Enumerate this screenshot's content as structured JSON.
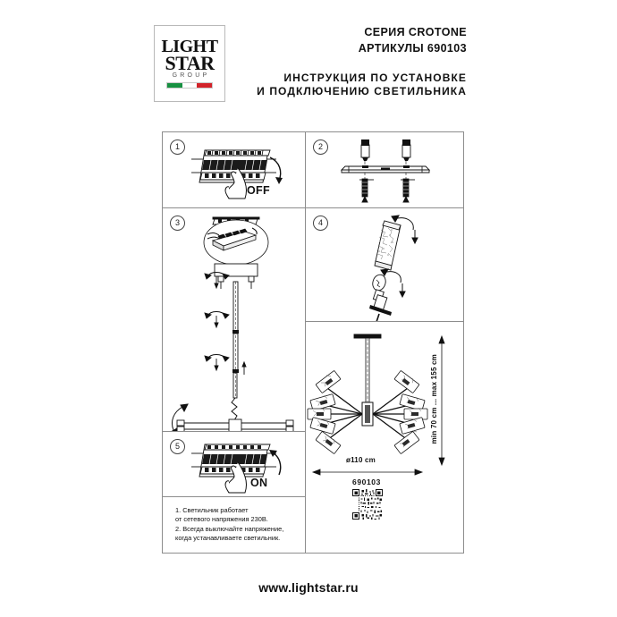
{
  "document": {
    "brand": {
      "logo_line1": "LIGHT",
      "logo_line2": "STAR",
      "logo_sub": "GROUP",
      "flag_colors": [
        "#179041",
        "#ffffff",
        "#d2232a"
      ]
    },
    "header": {
      "series_label": "СЕРИЯ CROTONE",
      "article_label": "АРТИКУЛЫ 690103",
      "title_line1": "ИНСТРУКЦИЯ ПО УСТАНОВКЕ",
      "title_line2": "И ПОДКЛЮЧЕНИЮ СВЕТИЛЬНИКА"
    },
    "steps": [
      {
        "number": "1",
        "caption": "OFF",
        "icon": "breaker-panel-hand-off-icon"
      },
      {
        "number": "2",
        "caption": "",
        "icon": "mounting-bracket-screws-icon"
      },
      {
        "number": "3",
        "caption": "",
        "icon": "suspension-rod-terminal-block-icon"
      },
      {
        "number": "4",
        "caption": "",
        "icon": "glass-shade-bulb-icon"
      },
      {
        "number": "5",
        "caption": "ON",
        "icon": "breaker-panel-hand-on-icon"
      }
    ],
    "notes": {
      "line1": "1. Светильник работает",
      "line2": "от сетевого напряжения 230В.",
      "line3": "2. Всегда выключайте напряжение,",
      "line4": "когда устанавливаете светильник."
    },
    "product_code": {
      "value": "690103",
      "qr_alt": "qr-code"
    },
    "assembly": {
      "diameter_label": "ø110 cm",
      "height_label": "min 70 cm ... max 155 cm",
      "arm_count": 10
    },
    "footer": {
      "website": "www.lightstar.ru"
    },
    "colors": {
      "ink": "#111111",
      "frame": "#8d8d8d",
      "flag_green": "#179041",
      "flag_red": "#d2232a"
    }
  }
}
